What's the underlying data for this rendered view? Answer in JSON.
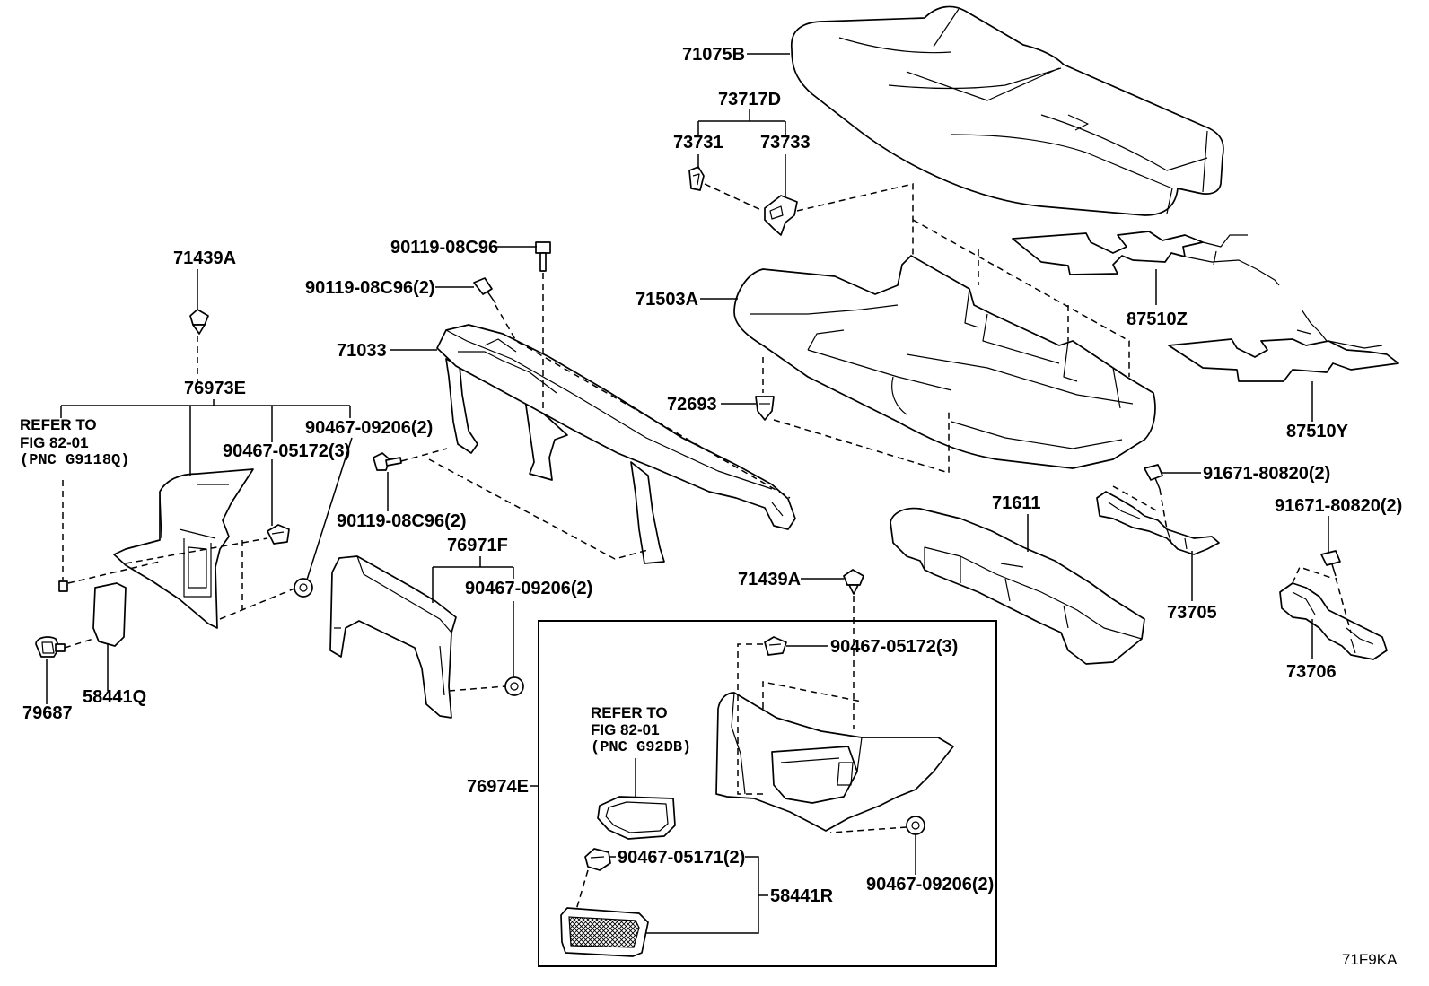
{
  "part_labels": [
    "71075B",
    "73717D",
    "73731",
    "73733",
    "71439A",
    "90119-08C96",
    "90119-08C96(2)",
    "71503A",
    "87510Z",
    "71033",
    "76973E",
    "72693",
    "90467-09206(2)",
    "90467-05172(3)",
    "87510Y",
    "91671-80820(2)",
    "90119-08C96(2)",
    "91671-80820(2)",
    "71611",
    "76971F",
    "90467-09206(2)",
    "71439A",
    "73705",
    "90467-05172(3)",
    "73706",
    "79687",
    "58441Q",
    "76974E",
    "90467-05171(2)",
    "90467-09206(2)",
    "58441R"
  ],
  "refer_notes": [
    {
      "line1": "REFER TO",
      "line2": "FIG 82-01",
      "line3": "(PNC G9118Q)"
    },
    {
      "line1": "REFER TO",
      "line2": "FIG 82-01",
      "line3": "(PNC G92DB)"
    }
  ],
  "figure_code": "71F9KA",
  "colors": {
    "ink": "#000000",
    "background": "#ffffff"
  }
}
